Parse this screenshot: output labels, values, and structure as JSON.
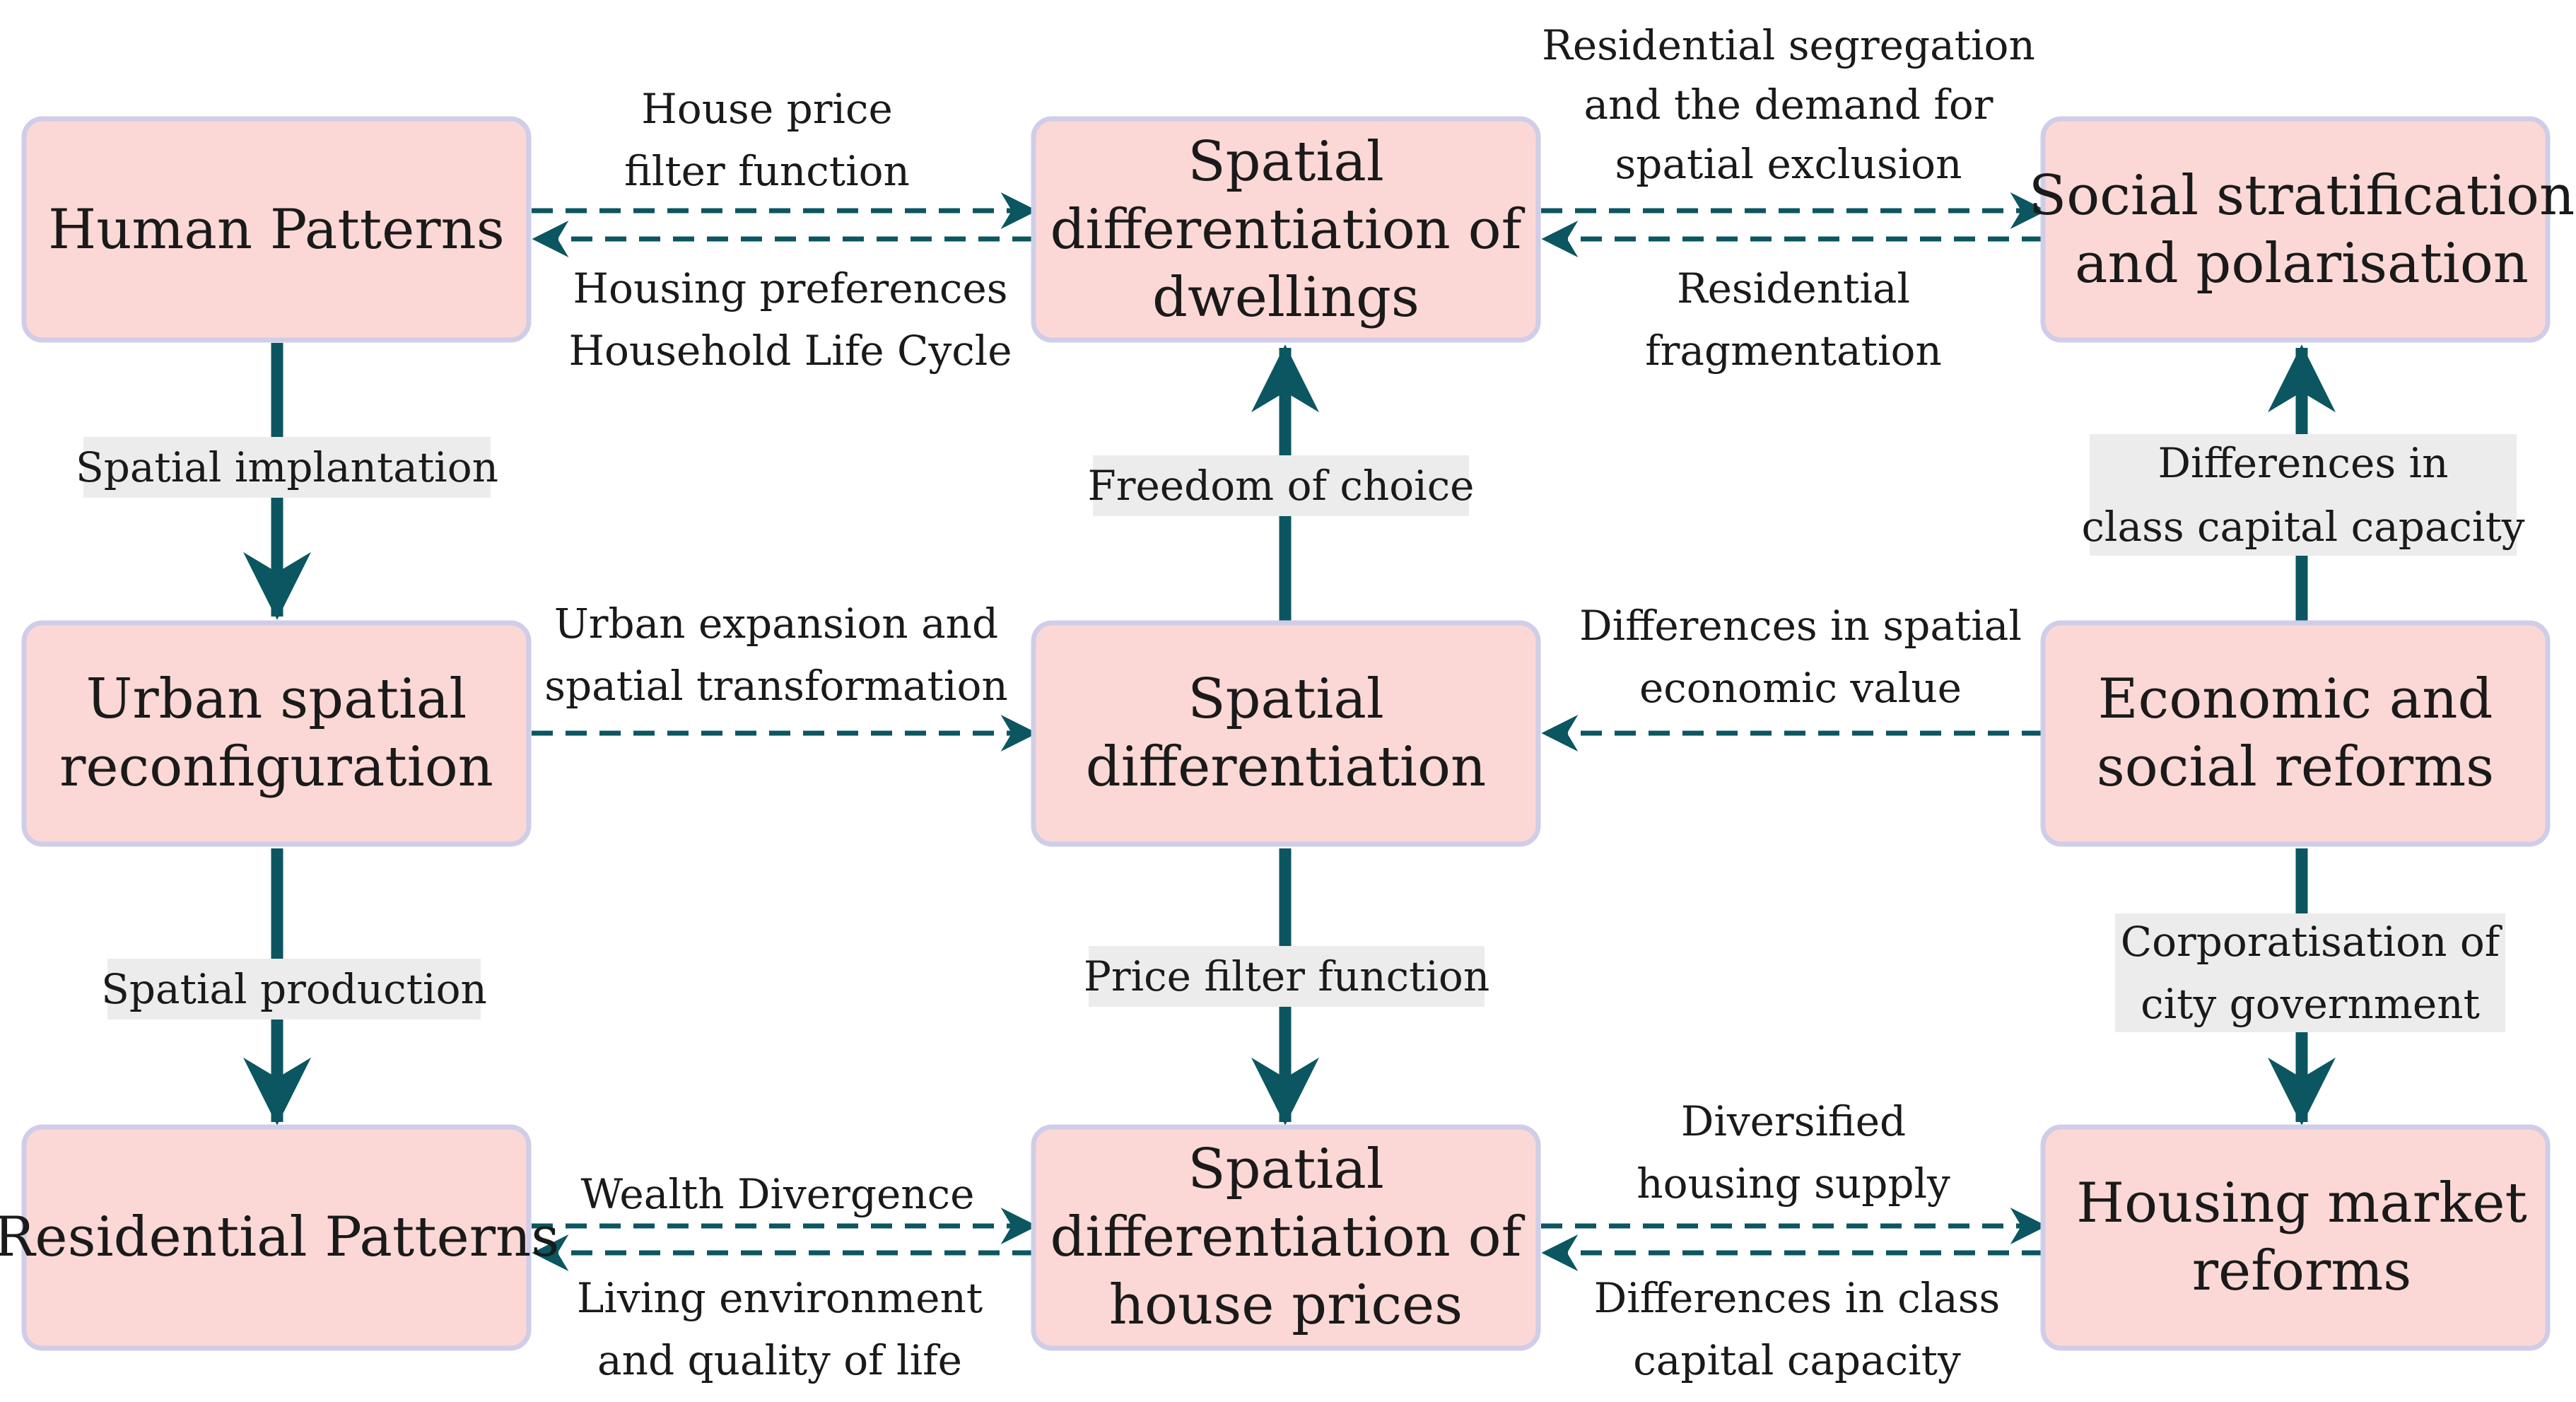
{
  "colors": {
    "node_fill": "#fbd8d6",
    "node_border": "#cfcde8",
    "arrow": "#0b5660",
    "label_background": "#ececec"
  },
  "nodes": {
    "human_patterns": [
      "Human Patterns"
    ],
    "spatial_diff_dwellings": [
      "Spatial",
      "differentiation of",
      "dwellings"
    ],
    "social_stratification": [
      "Social stratification",
      "and polarisation"
    ],
    "urban_reconfiguration": [
      "Urban spatial",
      "reconfiguration"
    ],
    "spatial_differentiation": [
      "Spatial",
      "differentiation"
    ],
    "economic_social_reforms": [
      "Economic and",
      "social reforms"
    ],
    "residential_patterns": [
      "Residential Patterns"
    ],
    "spatial_diff_prices": [
      "Spatial",
      "differentiation of",
      "house prices"
    ],
    "housing_market_reforms": [
      "Housing market",
      "reforms"
    ]
  },
  "edge_labels": {
    "house_price_filter": [
      "House price",
      "filter function"
    ],
    "housing_preferences": [
      "Housing preferences",
      "Household Life Cycle"
    ],
    "segregation_demand": [
      "Residential segregation",
      "and the demand for",
      "spatial exclusion"
    ],
    "residential_fragmentation": [
      "Residential",
      "fragmentation"
    ],
    "spatial_implantation": [
      "Spatial implantation"
    ],
    "freedom_of_choice": [
      "Freedom of choice"
    ],
    "class_capital_differences": [
      "Differences in",
      "class capital capacity"
    ],
    "urban_expansion": [
      "Urban expansion and",
      "spatial transformation"
    ],
    "economic_value_differences": [
      "Differences in spatial",
      "economic value"
    ],
    "spatial_production": [
      "Spatial production"
    ],
    "price_filter_function": [
      "Price filter function"
    ],
    "corporatisation": [
      "Corporatisation of",
      "city government"
    ],
    "wealth_divergence": [
      "Wealth Divergence"
    ],
    "living_environment": [
      "Living environment",
      "and quality of life"
    ],
    "diversified_supply": [
      "Diversified",
      "housing supply"
    ],
    "class_capacity_differences": [
      "Differences in class",
      "capital capacity"
    ]
  }
}
